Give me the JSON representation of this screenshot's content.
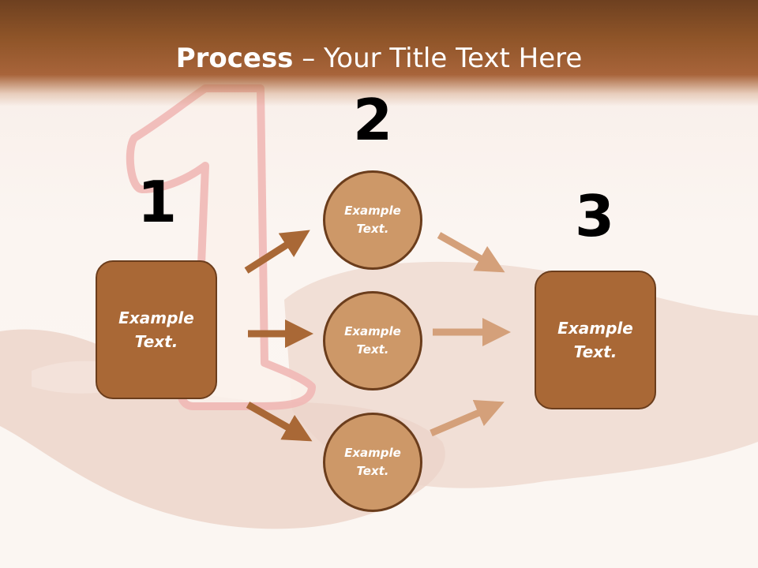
{
  "title": {
    "bold": "Process",
    "rest": " – Your Title Text Here"
  },
  "steps": [
    {
      "number": "1",
      "label": "Example\nText."
    },
    {
      "number": "2",
      "label": "Example\nText."
    },
    {
      "number": "3",
      "label": "Example\nText."
    }
  ],
  "circles": [
    {
      "label": "Example\nText."
    },
    {
      "label": "Example\nText."
    },
    {
      "label": "Example\nText."
    }
  ],
  "colors": {
    "title_bar": "#8e5428",
    "box_fill": "#a96836",
    "circle_fill": "#cd9868",
    "outline": "#6b3d1c",
    "arrow_dark": "#a96836",
    "arrow_light": "#d4a07a"
  }
}
